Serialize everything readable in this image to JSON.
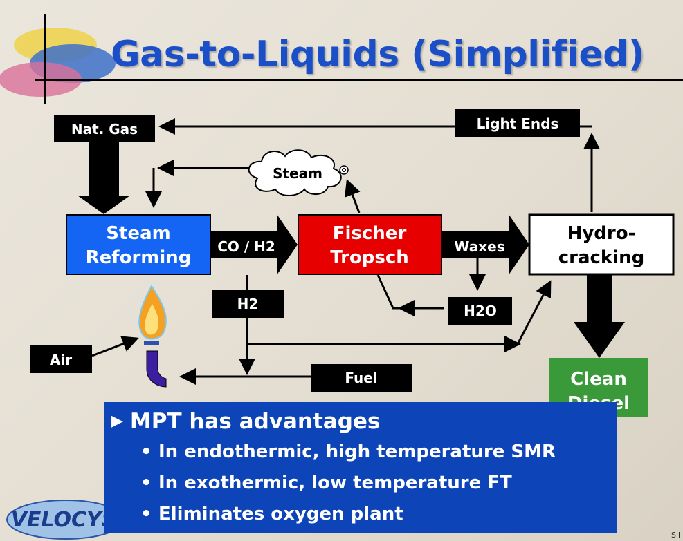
{
  "title": "Gas-to-Liquids (Simplified)",
  "colors": {
    "title": "#1a4fc8",
    "steam_reforming": "#1565f5",
    "fischer_tropsch": "#e60000",
    "clean_diesel": "#3a9a3a",
    "label_box": "#000000",
    "bullet_box": "#0d44b8"
  },
  "diagram": {
    "nat_gas": "Nat. Gas",
    "light_ends": "Light Ends",
    "steam": "Steam",
    "steam_reforming": [
      "Steam",
      "Reforming"
    ],
    "co_h2": "CO / H2",
    "fischer_tropsch": [
      "Fischer",
      "Tropsch"
    ],
    "waxes": "Waxes",
    "hydrocracking": [
      "Hydro-",
      "cracking"
    ],
    "h2": "H2",
    "h2o": "H2O",
    "air": "Air",
    "fuel": "Fuel",
    "clean_diesel": [
      "Clean",
      "Diesel"
    ]
  },
  "bullets": {
    "heading": "MPT has advantages",
    "items": [
      "In endothermic, high temperature SMR",
      "In exothermic, low temperature FT",
      "Eliminates oxygen plant"
    ]
  },
  "logo_text": "VELOCYS",
  "corner_text": "Sli"
}
